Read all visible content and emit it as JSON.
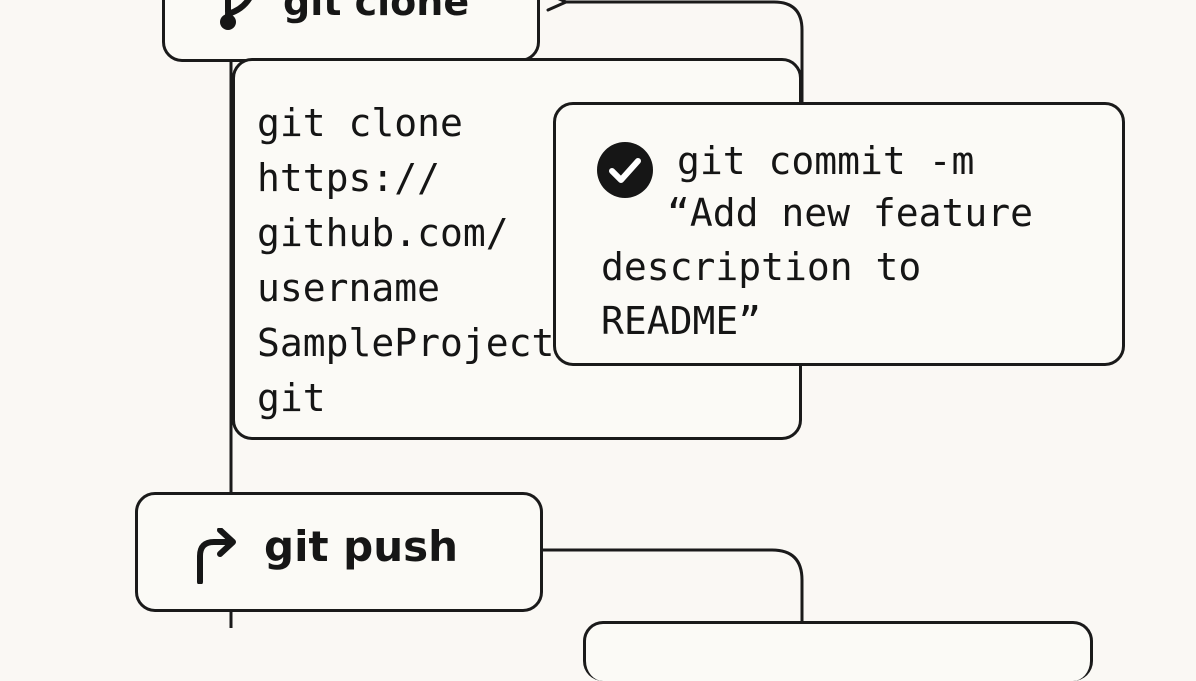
{
  "diagram": {
    "clone_step": {
      "title": "git clone",
      "icon": "git-branch-icon",
      "command_lines": [
        "git clone",
        "https://",
        "github.com/",
        "username",
        "SampleProject",
        "git"
      ]
    },
    "commit_step": {
      "icon": "check-circle-icon",
      "command_lines": [
        "git commit -m",
        "“Add new feature",
        "description to",
        "README”"
      ]
    },
    "push_step": {
      "title": "git push",
      "icon": "arrow-turn-up-right-icon"
    }
  },
  "colors": {
    "background": "#faf8f4",
    "stroke": "#1a1a1a",
    "box_fill": "#fbfaf6",
    "text": "#151515"
  }
}
